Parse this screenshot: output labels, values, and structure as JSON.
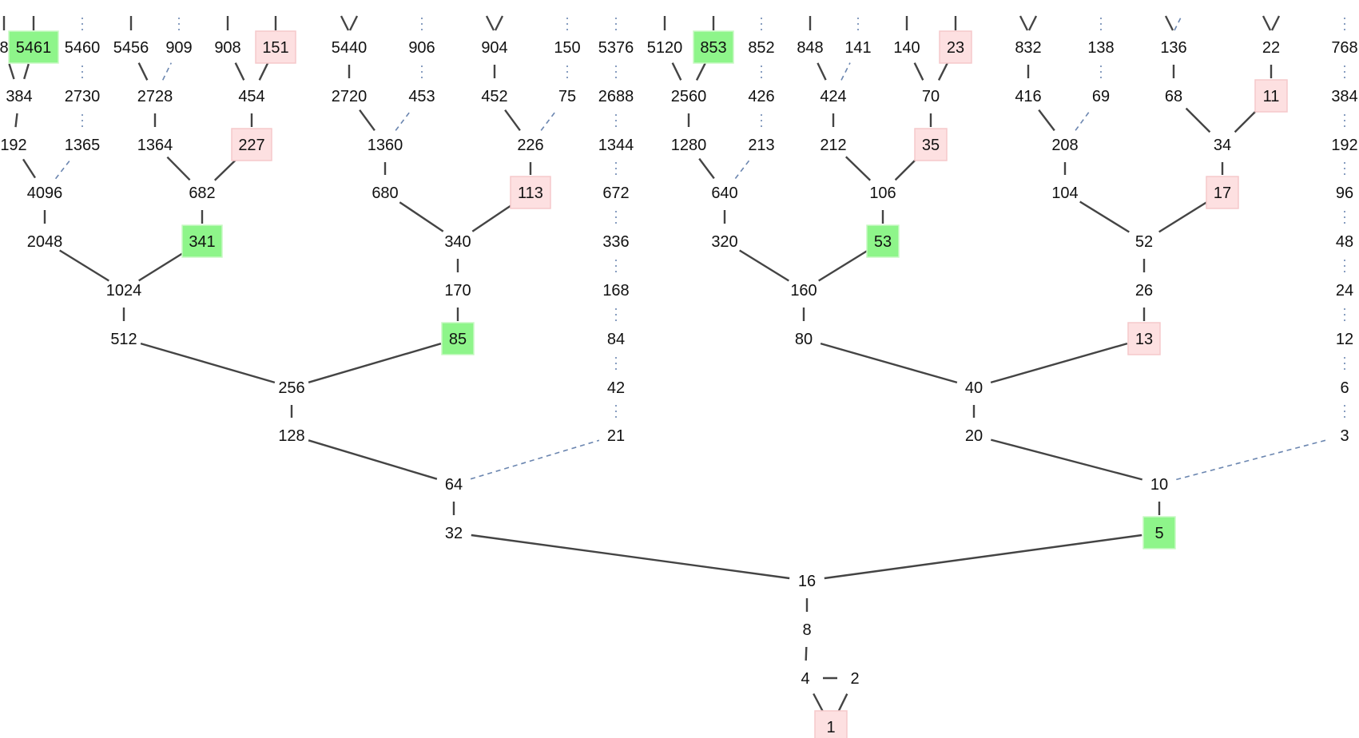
{
  "colors": {
    "background": "#ffffff",
    "odd_highlight": "#8ef58a",
    "odd_highlight_border": "#c9f9c4",
    "leaf_highlight": "#fde0e1",
    "leaf_highlight_border": "#f5c9cb",
    "solid_edge": "#444444",
    "dotted_edge": "#6b86b0",
    "text": "#111111"
  },
  "nodes": [
    {
      "id": "n1",
      "label": "1",
      "highlight": "pink"
    },
    {
      "id": "n2",
      "label": "2",
      "highlight": "none"
    },
    {
      "id": "n4",
      "label": "4",
      "highlight": "none"
    },
    {
      "id": "n8",
      "label": "8",
      "highlight": "none"
    },
    {
      "id": "n16",
      "label": "16",
      "highlight": "none"
    },
    {
      "id": "n32",
      "label": "32",
      "highlight": "none"
    },
    {
      "id": "n5",
      "label": "5",
      "highlight": "green"
    },
    {
      "id": "n64",
      "label": "64",
      "highlight": "none"
    },
    {
      "id": "n10",
      "label": "10",
      "highlight": "none"
    },
    {
      "id": "n128",
      "label": "128",
      "highlight": "none"
    },
    {
      "id": "n21",
      "label": "21",
      "highlight": "none"
    },
    {
      "id": "n20",
      "label": "20",
      "highlight": "none"
    },
    {
      "id": "n3",
      "label": "3",
      "highlight": "none"
    },
    {
      "id": "n256",
      "label": "256",
      "highlight": "none"
    },
    {
      "id": "n42",
      "label": "42",
      "highlight": "none"
    },
    {
      "id": "n40",
      "label": "40",
      "highlight": "none"
    },
    {
      "id": "n6",
      "label": "6",
      "highlight": "none"
    },
    {
      "id": "n512",
      "label": "512",
      "highlight": "none"
    },
    {
      "id": "n85",
      "label": "85",
      "highlight": "green"
    },
    {
      "id": "n84",
      "label": "84",
      "highlight": "none"
    },
    {
      "id": "n80",
      "label": "80",
      "highlight": "none"
    },
    {
      "id": "n13",
      "label": "13",
      "highlight": "pink"
    },
    {
      "id": "n12",
      "label": "12",
      "highlight": "none"
    },
    {
      "id": "n1024",
      "label": "1024",
      "highlight": "none"
    },
    {
      "id": "n170",
      "label": "170",
      "highlight": "none"
    },
    {
      "id": "n168",
      "label": "168",
      "highlight": "none"
    },
    {
      "id": "n160",
      "label": "160",
      "highlight": "none"
    },
    {
      "id": "n26",
      "label": "26",
      "highlight": "none"
    },
    {
      "id": "n24",
      "label": "24",
      "highlight": "none"
    },
    {
      "id": "n2048",
      "label": "2048",
      "highlight": "none"
    },
    {
      "id": "n341",
      "label": "341",
      "highlight": "green"
    },
    {
      "id": "n340",
      "label": "340",
      "highlight": "none"
    },
    {
      "id": "n336",
      "label": "336",
      "highlight": "none"
    },
    {
      "id": "n320",
      "label": "320",
      "highlight": "none"
    },
    {
      "id": "n53",
      "label": "53",
      "highlight": "green"
    },
    {
      "id": "n52",
      "label": "52",
      "highlight": "none"
    },
    {
      "id": "n48",
      "label": "48",
      "highlight": "none"
    },
    {
      "id": "n4096",
      "label": "4096",
      "highlight": "none"
    },
    {
      "id": "n682",
      "label": "682",
      "highlight": "none"
    },
    {
      "id": "n680",
      "label": "680",
      "highlight": "none"
    },
    {
      "id": "n113",
      "label": "113",
      "highlight": "pink"
    },
    {
      "id": "n672",
      "label": "672",
      "highlight": "none"
    },
    {
      "id": "n640",
      "label": "640",
      "highlight": "none"
    },
    {
      "id": "n106",
      "label": "106",
      "highlight": "none"
    },
    {
      "id": "n104",
      "label": "104",
      "highlight": "none"
    },
    {
      "id": "n17",
      "label": "17",
      "highlight": "pink"
    },
    {
      "id": "n96",
      "label": "96",
      "highlight": "none"
    },
    {
      "id": "n8192",
      "label": "192",
      "highlight": "none"
    },
    {
      "id": "n1365",
      "label": "1365",
      "highlight": "none"
    },
    {
      "id": "n1364",
      "label": "1364",
      "highlight": "none"
    },
    {
      "id": "n227",
      "label": "227",
      "highlight": "pink"
    },
    {
      "id": "n1360",
      "label": "1360",
      "highlight": "none"
    },
    {
      "id": "n226",
      "label": "226",
      "highlight": "none"
    },
    {
      "id": "n1344",
      "label": "1344",
      "highlight": "none"
    },
    {
      "id": "n1280",
      "label": "1280",
      "highlight": "none"
    },
    {
      "id": "n213",
      "label": "213",
      "highlight": "none"
    },
    {
      "id": "n212",
      "label": "212",
      "highlight": "none"
    },
    {
      "id": "n35",
      "label": "35",
      "highlight": "pink"
    },
    {
      "id": "n208",
      "label": "208",
      "highlight": "none"
    },
    {
      "id": "n34",
      "label": "34",
      "highlight": "none"
    },
    {
      "id": "n192",
      "label": "192",
      "highlight": "none"
    },
    {
      "id": "n16384",
      "label": "384",
      "highlight": "none"
    },
    {
      "id": "n2730",
      "label": "2730",
      "highlight": "none"
    },
    {
      "id": "n2728",
      "label": "2728",
      "highlight": "none"
    },
    {
      "id": "n454",
      "label": "454",
      "highlight": "none"
    },
    {
      "id": "n2720",
      "label": "2720",
      "highlight": "none"
    },
    {
      "id": "n453",
      "label": "453",
      "highlight": "none"
    },
    {
      "id": "n452",
      "label": "452",
      "highlight": "none"
    },
    {
      "id": "n75",
      "label": "75",
      "highlight": "none"
    },
    {
      "id": "n2688",
      "label": "2688",
      "highlight": "none"
    },
    {
      "id": "n2560",
      "label": "2560",
      "highlight": "none"
    },
    {
      "id": "n426",
      "label": "426",
      "highlight": "none"
    },
    {
      "id": "n424",
      "label": "424",
      "highlight": "none"
    },
    {
      "id": "n70",
      "label": "70",
      "highlight": "none"
    },
    {
      "id": "n416",
      "label": "416",
      "highlight": "none"
    },
    {
      "id": "n69",
      "label": "69",
      "highlight": "none"
    },
    {
      "id": "n68",
      "label": "68",
      "highlight": "none"
    },
    {
      "id": "n11",
      "label": "11",
      "highlight": "pink"
    },
    {
      "id": "n384",
      "label": "384",
      "highlight": "none"
    },
    {
      "id": "n32768",
      "label": "8",
      "highlight": "none"
    },
    {
      "id": "n5461",
      "label": "5461",
      "highlight": "green"
    },
    {
      "id": "n5460",
      "label": "5460",
      "highlight": "none"
    },
    {
      "id": "n5456",
      "label": "5456",
      "highlight": "none"
    },
    {
      "id": "n909",
      "label": "909",
      "highlight": "none"
    },
    {
      "id": "n908",
      "label": "908",
      "highlight": "none"
    },
    {
      "id": "n151",
      "label": "151",
      "highlight": "pink"
    },
    {
      "id": "n5440",
      "label": "5440",
      "highlight": "none"
    },
    {
      "id": "n906",
      "label": "906",
      "highlight": "none"
    },
    {
      "id": "n904",
      "label": "904",
      "highlight": "none"
    },
    {
      "id": "n150",
      "label": "150",
      "highlight": "none"
    },
    {
      "id": "n5376",
      "label": "5376",
      "highlight": "none"
    },
    {
      "id": "n5120",
      "label": "5120",
      "highlight": "none"
    },
    {
      "id": "n853",
      "label": "853",
      "highlight": "green"
    },
    {
      "id": "n852",
      "label": "852",
      "highlight": "none"
    },
    {
      "id": "n848",
      "label": "848",
      "highlight": "none"
    },
    {
      "id": "n141",
      "label": "141",
      "highlight": "none"
    },
    {
      "id": "n140",
      "label": "140",
      "highlight": "none"
    },
    {
      "id": "n23",
      "label": "23",
      "highlight": "pink"
    },
    {
      "id": "n832",
      "label": "832",
      "highlight": "none"
    },
    {
      "id": "n138",
      "label": "138",
      "highlight": "none"
    },
    {
      "id": "n136",
      "label": "136",
      "highlight": "none"
    },
    {
      "id": "n22",
      "label": "22",
      "highlight": "none"
    },
    {
      "id": "n768",
      "label": "768",
      "highlight": "none"
    }
  ],
  "edges": [
    {
      "from": "n1",
      "to": "n4",
      "style": "solid"
    },
    {
      "from": "n1",
      "to": "n2",
      "style": "solid"
    },
    {
      "from": "n4",
      "to": "n2",
      "style": "solid"
    },
    {
      "from": "n4",
      "to": "n8",
      "style": "solid"
    },
    {
      "from": "n8",
      "to": "n16",
      "style": "solid"
    },
    {
      "from": "n16",
      "to": "n32",
      "style": "solid"
    },
    {
      "from": "n16",
      "to": "n5",
      "style": "solid"
    },
    {
      "from": "n32",
      "to": "n64",
      "style": "solid"
    },
    {
      "from": "n5",
      "to": "n10",
      "style": "solid"
    },
    {
      "from": "n64",
      "to": "n128",
      "style": "solid"
    },
    {
      "from": "n64",
      "to": "n21",
      "style": "dashed"
    },
    {
      "from": "n10",
      "to": "n20",
      "style": "solid"
    },
    {
      "from": "n10",
      "to": "n3",
      "style": "dashed"
    },
    {
      "from": "n128",
      "to": "n256",
      "style": "solid"
    },
    {
      "from": "n21",
      "to": "n42",
      "style": "dotted"
    },
    {
      "from": "n20",
      "to": "n40",
      "style": "solid"
    },
    {
      "from": "n3",
      "to": "n6",
      "style": "dotted"
    },
    {
      "from": "n256",
      "to": "n512",
      "style": "solid"
    },
    {
      "from": "n256",
      "to": "n85",
      "style": "solid"
    },
    {
      "from": "n42",
      "to": "n84",
      "style": "dotted"
    },
    {
      "from": "n40",
      "to": "n80",
      "style": "solid"
    },
    {
      "from": "n40",
      "to": "n13",
      "style": "solid"
    },
    {
      "from": "n6",
      "to": "n12",
      "style": "dotted"
    },
    {
      "from": "n512",
      "to": "n1024",
      "style": "solid"
    },
    {
      "from": "n85",
      "to": "n170",
      "style": "solid"
    },
    {
      "from": "n84",
      "to": "n168",
      "style": "dotted"
    },
    {
      "from": "n80",
      "to": "n160",
      "style": "solid"
    },
    {
      "from": "n13",
      "to": "n26",
      "style": "solid"
    },
    {
      "from": "n12",
      "to": "n24",
      "style": "dotted"
    },
    {
      "from": "n1024",
      "to": "n2048",
      "style": "solid"
    },
    {
      "from": "n1024",
      "to": "n341",
      "style": "solid"
    },
    {
      "from": "n170",
      "to": "n340",
      "style": "solid"
    },
    {
      "from": "n168",
      "to": "n336",
      "style": "dotted"
    },
    {
      "from": "n160",
      "to": "n320",
      "style": "solid"
    },
    {
      "from": "n160",
      "to": "n53",
      "style": "solid"
    },
    {
      "from": "n26",
      "to": "n52",
      "style": "solid"
    },
    {
      "from": "n24",
      "to": "n48",
      "style": "dotted"
    },
    {
      "from": "n2048",
      "to": "n4096",
      "style": "solid"
    },
    {
      "from": "n341",
      "to": "n682",
      "style": "solid"
    },
    {
      "from": "n340",
      "to": "n680",
      "style": "solid"
    },
    {
      "from": "n340",
      "to": "n113",
      "style": "solid"
    },
    {
      "from": "n336",
      "to": "n672",
      "style": "dotted"
    },
    {
      "from": "n320",
      "to": "n640",
      "style": "solid"
    },
    {
      "from": "n53",
      "to": "n106",
      "style": "solid"
    },
    {
      "from": "n52",
      "to": "n104",
      "style": "solid"
    },
    {
      "from": "n52",
      "to": "n17",
      "style": "solid"
    },
    {
      "from": "n48",
      "to": "n96",
      "style": "dotted"
    },
    {
      "from": "n4096",
      "to": "n8192",
      "style": "solid"
    },
    {
      "from": "n4096",
      "to": "n1365",
      "style": "dashed"
    },
    {
      "from": "n682",
      "to": "n1364",
      "style": "solid"
    },
    {
      "from": "n682",
      "to": "n227",
      "style": "solid"
    },
    {
      "from": "n680",
      "to": "n1360",
      "style": "solid"
    },
    {
      "from": "n113",
      "to": "n226",
      "style": "solid"
    },
    {
      "from": "n672",
      "to": "n1344",
      "style": "dotted"
    },
    {
      "from": "n640",
      "to": "n1280",
      "style": "solid"
    },
    {
      "from": "n640",
      "to": "n213",
      "style": "dashed"
    },
    {
      "from": "n106",
      "to": "n212",
      "style": "solid"
    },
    {
      "from": "n106",
      "to": "n35",
      "style": "solid"
    },
    {
      "from": "n104",
      "to": "n208",
      "style": "solid"
    },
    {
      "from": "n17",
      "to": "n34",
      "style": "solid"
    },
    {
      "from": "n96",
      "to": "n192",
      "style": "dotted"
    },
    {
      "from": "n8192",
      "to": "n16384",
      "style": "solid"
    },
    {
      "from": "n1365",
      "to": "n2730",
      "style": "dotted"
    },
    {
      "from": "n1364",
      "to": "n2728",
      "style": "solid"
    },
    {
      "from": "n227",
      "to": "n454",
      "style": "solid"
    },
    {
      "from": "n1360",
      "to": "n2720",
      "style": "solid"
    },
    {
      "from": "n1360",
      "to": "n453",
      "style": "dashed"
    },
    {
      "from": "n226",
      "to": "n452",
      "style": "solid"
    },
    {
      "from": "n226",
      "to": "n75",
      "style": "dashed"
    },
    {
      "from": "n1344",
      "to": "n2688",
      "style": "dotted"
    },
    {
      "from": "n1280",
      "to": "n2560",
      "style": "solid"
    },
    {
      "from": "n213",
      "to": "n426",
      "style": "dotted"
    },
    {
      "from": "n212",
      "to": "n424",
      "style": "solid"
    },
    {
      "from": "n35",
      "to": "n70",
      "style": "solid"
    },
    {
      "from": "n208",
      "to": "n416",
      "style": "solid"
    },
    {
      "from": "n208",
      "to": "n69",
      "style": "dashed"
    },
    {
      "from": "n34",
      "to": "n68",
      "style": "solid"
    },
    {
      "from": "n34",
      "to": "n11",
      "style": "solid"
    },
    {
      "from": "n192",
      "to": "n384",
      "style": "dotted"
    },
    {
      "from": "n16384",
      "to": "n32768",
      "style": "solid"
    },
    {
      "from": "n16384",
      "to": "n5461",
      "style": "solid"
    },
    {
      "from": "n2730",
      "to": "n5460",
      "style": "dotted"
    },
    {
      "from": "n2728",
      "to": "n5456",
      "style": "solid"
    },
    {
      "from": "n2728",
      "to": "n909",
      "style": "dashed"
    },
    {
      "from": "n454",
      "to": "n908",
      "style": "solid"
    },
    {
      "from": "n454",
      "to": "n151",
      "style": "solid"
    },
    {
      "from": "n2720",
      "to": "n5440",
      "style": "solid"
    },
    {
      "from": "n453",
      "to": "n906",
      "style": "dotted"
    },
    {
      "from": "n452",
      "to": "n904",
      "style": "solid"
    },
    {
      "from": "n75",
      "to": "n150",
      "style": "dotted"
    },
    {
      "from": "n2688",
      "to": "n5376",
      "style": "dotted"
    },
    {
      "from": "n2560",
      "to": "n5120",
      "style": "solid"
    },
    {
      "from": "n2560",
      "to": "n853",
      "style": "solid"
    },
    {
      "from": "n426",
      "to": "n852",
      "style": "dotted"
    },
    {
      "from": "n424",
      "to": "n848",
      "style": "solid"
    },
    {
      "from": "n424",
      "to": "n141",
      "style": "dashed"
    },
    {
      "from": "n70",
      "to": "n140",
      "style": "solid"
    },
    {
      "from": "n70",
      "to": "n23",
      "style": "solid"
    },
    {
      "from": "n416",
      "to": "n832",
      "style": "solid"
    },
    {
      "from": "n69",
      "to": "n138",
      "style": "dotted"
    },
    {
      "from": "n68",
      "to": "n136",
      "style": "solid"
    },
    {
      "from": "n11",
      "to": "n22",
      "style": "solid"
    },
    {
      "from": "n384",
      "to": "n768",
      "style": "dotted"
    }
  ]
}
